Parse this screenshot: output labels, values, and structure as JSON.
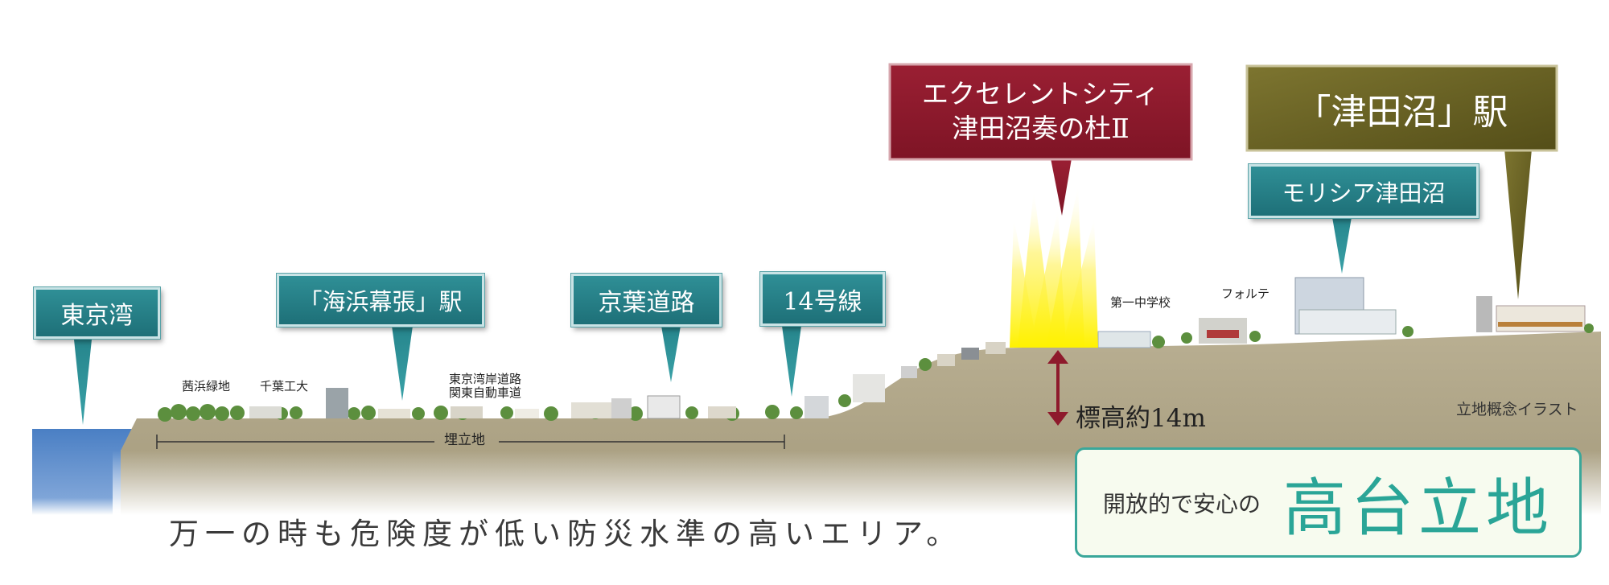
{
  "callouts": {
    "tokyo_bay": "東京湾",
    "kaihin_makuhari": "「海浜幕張」駅",
    "keiyo_road": "京葉道路",
    "route14": "14号線",
    "property_line1": "エクセレントシティ",
    "property_line2": "津田沼奏の杜Ⅱ",
    "tsudanuma_station": "「津田沼」駅",
    "morisia": "モリシア津田沼"
  },
  "landmarks": {
    "akanehama": "茜浜緑地",
    "chiba_tech": "千葉工大",
    "expressway_line1": "東京湾岸道路",
    "expressway_line2": "関東自動車道",
    "daiichi_jhs": "第一中学校",
    "forte": "フォルテ"
  },
  "reclaimed_land": "埋立地",
  "elevation": "標高約14m",
  "caption": "立地概念イラスト",
  "tagline": "万一の時も危険度が低い防災水準の高いエリア。",
  "highlight": {
    "small": "開放的で安心の",
    "big": "高台立地"
  },
  "colors": {
    "teal": "#23777e",
    "property_red": "#8e1a2c",
    "station_olive": "#6b6424",
    "sea": "#4f7fc0",
    "ground": "#b0a58a",
    "highlight_text": "#2aa597"
  }
}
